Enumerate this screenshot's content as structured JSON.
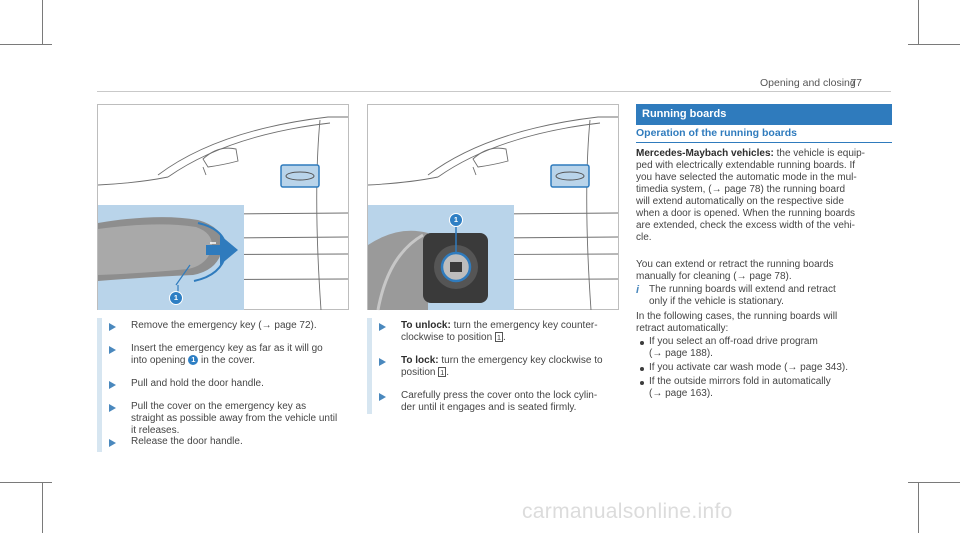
{
  "header": {
    "title": "Opening and closing",
    "page_number": "77"
  },
  "figure_left": {
    "callout": "1"
  },
  "figure_middle": {
    "callout": "1"
  },
  "left_steps": [
    {
      "pre": "",
      "bold": "",
      "text": "Remove the emergency key (→ page 72).",
      "line2": ""
    },
    {
      "pre": "",
      "bold": "",
      "text": "Insert the emergency key as far as it will go",
      "line2a": "into opening ",
      "badge": "1",
      "line2b": " in the cover."
    },
    {
      "text": "Pull and hold the door handle."
    },
    {
      "text": "Pull the cover on the emergency key as",
      "line2": "straight as possible away from the vehicle until",
      "line3": "it releases."
    },
    {
      "text": "Release the door handle."
    }
  ],
  "middle_steps": [
    {
      "bold": "To unlock:",
      "text": " turn the emergency key counter-",
      "line2a": "clockwise to position ",
      "box": "1",
      "line2b": "."
    },
    {
      "bold": "To lock:",
      "text": " turn the emergency key clockwise to",
      "line2a": "position ",
      "box": "1",
      "line2b": "."
    },
    {
      "text": "Carefully press the cover onto the lock cylin-",
      "line2": "der until it engages and is seated firmly."
    }
  ],
  "right": {
    "section_title": "Running boards",
    "subsection_title": "Operation of the running boards",
    "para1_bold": "Mercedes-Maybach vehicles:",
    "para1_l1": " the vehicle is equip-",
    "para1_l2": "ped with electrically extendable running boards. If",
    "para1_l3": "you have selected the automatic mode in the mul-",
    "para1_l4": "timedia system, (→ page 78) the running board",
    "para1_l5": "will extend automatically on the respective side",
    "para1_l6": "when a door is opened. When the running boards",
    "para1_l7": "are extended, check the excess width of the vehi-",
    "para1_l8": "cle.",
    "para2_l1": "You can extend or retract the running boards",
    "para2_l2": "manually for cleaning (→ page 78).",
    "note_icon": "i",
    "note_l1": "The running boards will extend and retract",
    "note_l2": "only if the vehicle is stationary.",
    "para3_l1": "In the following cases, the running boards will",
    "para3_l2": "retract automatically:",
    "bullets": [
      {
        "l1": "If you select an off-road drive program",
        "l2": "(→ page 188)."
      },
      {
        "l1": "If you activate car wash mode (→ page 343).",
        "l2": ""
      },
      {
        "l1": "If the outside mirrors fold in automatically",
        "l2": "(→ page 163)."
      }
    ]
  },
  "watermark": "carmanualsonline.info",
  "colors": {
    "accent": "#2f7bbd",
    "figure_fill": "#b9d4ea",
    "step_bar": "#d7e6f1"
  }
}
